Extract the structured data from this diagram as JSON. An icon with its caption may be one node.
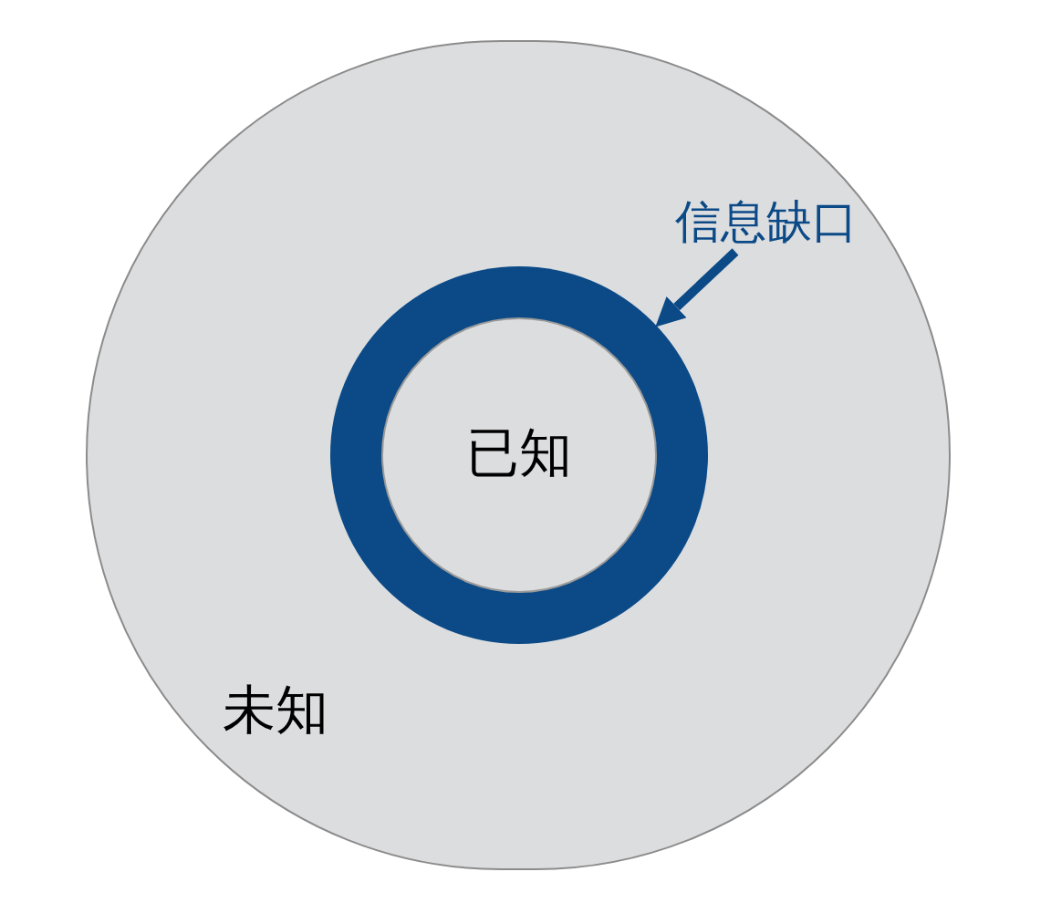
{
  "diagram": {
    "nodes": [
      {
        "text": [
          "未知"
        ]
      },
      {
        "text": [],
        "shape": "ring",
        "in": 0
      },
      {
        "text": [
          "已知"
        ],
        "in": 1
      },
      {
        "text": [
          "信息缺口"
        ],
        "in": 0
      }
    ],
    "edges": [
      {
        "from": 3,
        "to": 1,
        "arrow": "to"
      }
    ]
  }
}
